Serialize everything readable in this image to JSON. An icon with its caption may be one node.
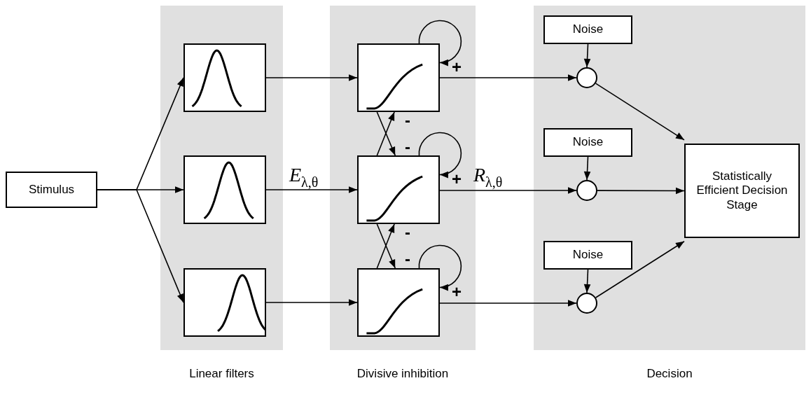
{
  "diagram": {
    "nodes": [
      {
        "text": [
          "Stimulus"
        ]
      },
      {
        "text": [
          "Linear filters"
        ]
      },
      {
        "text": [],
        "shape": "picture",
        "in": 1
      },
      {
        "text": [],
        "shape": "picture",
        "in": 1
      },
      {
        "text": [],
        "shape": "picture",
        "in": 1
      },
      {
        "text": [
          "Divisive inhibition"
        ]
      },
      {
        "text": [],
        "shape": "picture",
        "in": 5
      },
      {
        "text": [],
        "shape": "picture",
        "in": 5
      },
      {
        "text": [],
        "shape": "picture",
        "in": 5
      },
      {
        "text": [
          "Decision"
        ]
      },
      {
        "text": [
          "Noise"
        ],
        "in": 9
      },
      {
        "text": [],
        "shape": "circle",
        "in": 9
      },
      {
        "text": [
          "Noise"
        ],
        "in": 9
      },
      {
        "text": [],
        "shape": "circle",
        "in": 9
      },
      {
        "text": [
          "Noise"
        ],
        "in": 9
      },
      {
        "text": [],
        "shape": "circle",
        "in": 9
      },
      {
        "text": [
          "Statistically Efficient Decision Stage"
        ],
        "in": 9
      }
    ],
    "edges": [
      {
        "from": 0,
        "to": 2,
        "arrow": "to"
      },
      {
        "from": 0,
        "to": 3,
        "arrow": "to"
      },
      {
        "from": 0,
        "to": 4,
        "arrow": "to"
      },
      {
        "from": 2,
        "to": 6,
        "arrow": "to"
      },
      {
        "from": 3,
        "to": 7,
        "arrow": "to",
        "label": "*E*$_{λ,θ}$"
      },
      {
        "from": 4,
        "to": 8,
        "arrow": "to"
      },
      {
        "from": 6,
        "to": 6,
        "arrow": "to",
        "label": "+"
      },
      {
        "from": 7,
        "to": 7,
        "arrow": "to",
        "label": "+"
      },
      {
        "from": 8,
        "to": 8,
        "arrow": "to",
        "label": "+"
      },
      {
        "from": 6,
        "to": 7,
        "arrow": "to",
        "label": "-"
      },
      {
        "from": 7,
        "to": 6,
        "arrow": "to",
        "label": "-"
      },
      {
        "from": 7,
        "to": 8,
        "arrow": "to",
        "label": "-"
      },
      {
        "from": 8,
        "to": 7,
        "arrow": "to",
        "label": "-"
      },
      {
        "from": 6,
        "to": 11,
        "arrow": "to"
      },
      {
        "from": 7,
        "to": 13,
        "arrow": "to",
        "label": "*R*$_{λ,θ}$"
      },
      {
        "from": 8,
        "to": 15,
        "arrow": "to"
      },
      {
        "from": 10,
        "to": 11,
        "arrow": "to"
      },
      {
        "from": 12,
        "to": 13,
        "arrow": "to"
      },
      {
        "from": 14,
        "to": 15,
        "arrow": "to"
      },
      {
        "from": 11,
        "to": 16,
        "arrow": "to"
      },
      {
        "from": 13,
        "to": 16,
        "arrow": "to"
      },
      {
        "from": 15,
        "to": 16,
        "arrow": "to"
      }
    ]
  }
}
